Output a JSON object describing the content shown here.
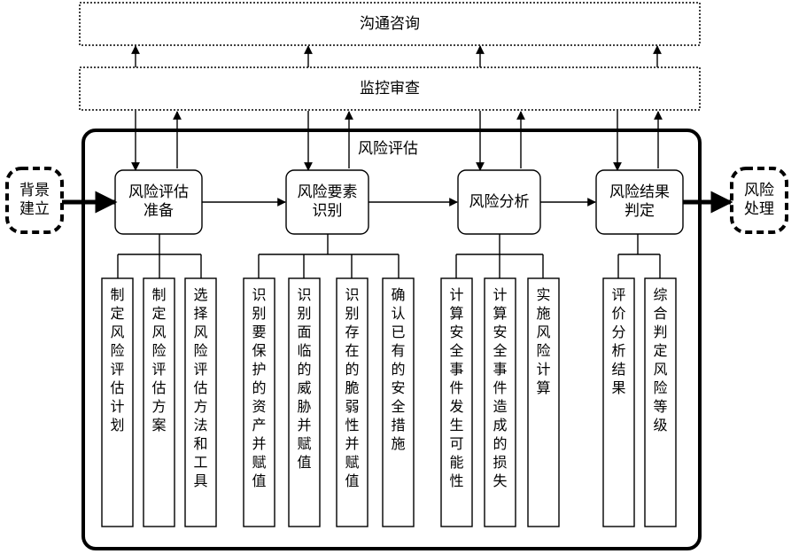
{
  "top_bars": {
    "consult": "沟通咨询",
    "monitor": "监控审查"
  },
  "main_box": {
    "title": "风险评估"
  },
  "side_nodes": {
    "left": [
      "背景",
      "建立"
    ],
    "right": [
      "风险",
      "处理"
    ]
  },
  "stages": [
    {
      "lines": [
        "风险评估",
        "准备"
      ]
    },
    {
      "lines": [
        "风险要素",
        "识别"
      ]
    },
    {
      "lines": [
        "风险分析"
      ]
    },
    {
      "lines": [
        "风险结果",
        "判定"
      ]
    }
  ],
  "tasks": [
    [
      "制定风险评估计划",
      "制定风险评估方案",
      "选择风险评估方法和工具"
    ],
    [
      "识别要保护的资产并赋值",
      "识别面临的威胁并赋值",
      "识别存在的脆弱性并赋值",
      "确认已有的安全措施"
    ],
    [
      "计算安全事件发生可能性",
      "计算安全事件造成的损失",
      "实施风险计算"
    ],
    [
      "评价分析结果",
      "综合判定风险等级"
    ]
  ]
}
